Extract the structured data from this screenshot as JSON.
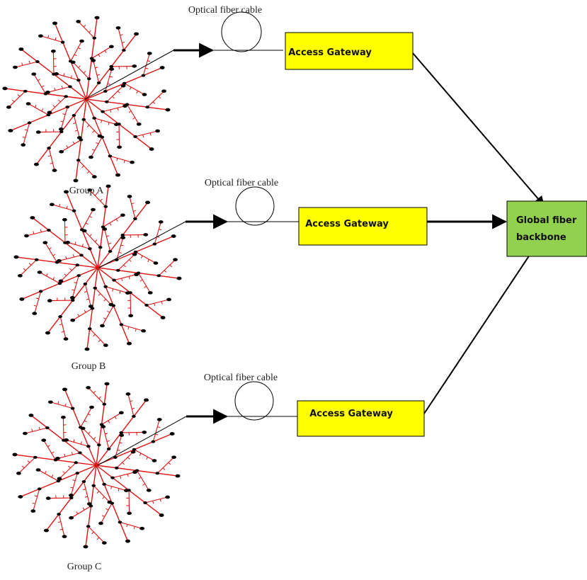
{
  "groups": [
    {
      "label": "Group A",
      "cable_label": "Optical fiber cable",
      "gateway_label": "Access Gateway"
    },
    {
      "label": "Group B",
      "cable_label": "Optical fiber cable",
      "gateway_label": "Access Gateway"
    },
    {
      "label": "Group C",
      "cable_label": "Optical fiber cable",
      "gateway_label": "Access Gateway"
    }
  ],
  "backbone": {
    "line1": "Global fiber",
    "line2": "backbone"
  },
  "colors": {
    "gateway_fill": "#ffff00",
    "backbone_fill": "#92d050",
    "tree_branch": "#e01010",
    "node": "#000000",
    "line": "#000000"
  }
}
